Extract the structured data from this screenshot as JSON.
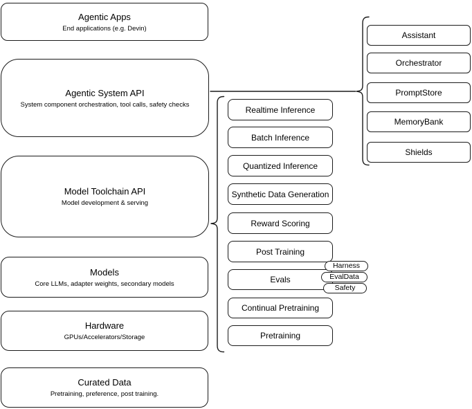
{
  "colors": {
    "stroke": "#1a1a1a",
    "canvas_bg": "#ffffff",
    "node_fill": "#ffffff",
    "text": "#000000"
  },
  "layers": [
    {
      "title": "Agentic Apps",
      "subtitle": "End applications (e.g. Devin)"
    },
    {
      "title": "Agentic System API",
      "subtitle": "System component orchestration, tool calls, safety checks"
    },
    {
      "title": "Model Toolchain API",
      "subtitle": "Model development & serving"
    },
    {
      "title": "Models",
      "subtitle": "Core LLMs, adapter weights, secondary models"
    },
    {
      "title": "Hardware",
      "subtitle": "GPUs/Accelerators/Storage"
    },
    {
      "title": "Curated Data",
      "subtitle": "Pretraining, preference, post training."
    }
  ],
  "toolchain": {
    "services": [
      "Realtime Inference",
      "Batch Inference",
      "Quantized Inference",
      "Synthetic Data Generation",
      "Reward Scoring",
      "Post Training",
      "Evals",
      "Continual Pretraining",
      "Pretraining"
    ],
    "eval_tags": [
      "Harness",
      "EvalData",
      "Safety"
    ]
  },
  "system_components": [
    "Assistant",
    "Orchestrator",
    "PromptStore",
    "MemoryBank",
    "Shields"
  ]
}
